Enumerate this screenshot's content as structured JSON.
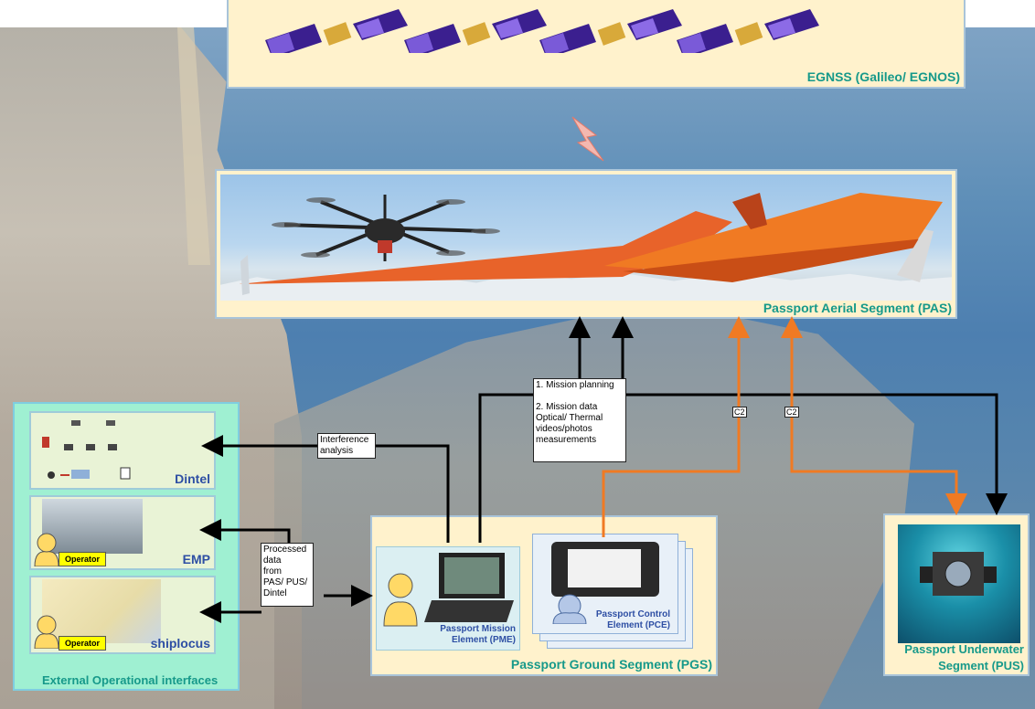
{
  "segments": {
    "egnss": "EGNSS (Galileo/ EGNOS)",
    "pas": "Passport Aerial Segment (PAS)",
    "pgs": "Passport Ground Segment (PGS)",
    "pus_line1": "Passport Underwater",
    "pus_line2": "Segment (PUS)",
    "external": "External Operational interfaces"
  },
  "ground_elements": {
    "pme_line1": "Passport Mission",
    "pme_line2": "Element (PME)",
    "pce_line1": "Passport Control",
    "pce_line2": "Element (PCE)"
  },
  "external_interfaces": [
    {
      "name": "Dintel"
    },
    {
      "name": "EMP",
      "badge": "Operator"
    },
    {
      "name": "shiplocus",
      "badge": "Operator"
    }
  ],
  "callouts": {
    "mission": [
      "1. Mission planning",
      "",
      "2. Mission data",
      "Optical/ Thermal",
      "videos/photos",
      "measurements"
    ],
    "interference": [
      "Interference",
      "analysis"
    ],
    "processed": [
      "Processed",
      "data",
      "from",
      "PAS/ PUS/",
      "Dintel"
    ],
    "c2_left": "C2",
    "c2_right": "C2"
  },
  "colors": {
    "panel_fill": "#fff2cc",
    "external_fill": "#9ff0d2",
    "label_teal": "#16998a",
    "label_blue": "#2e4fa4",
    "link_black": "#000000",
    "link_orange": "#f07a23",
    "signal_pink": "#f4b8b0"
  }
}
